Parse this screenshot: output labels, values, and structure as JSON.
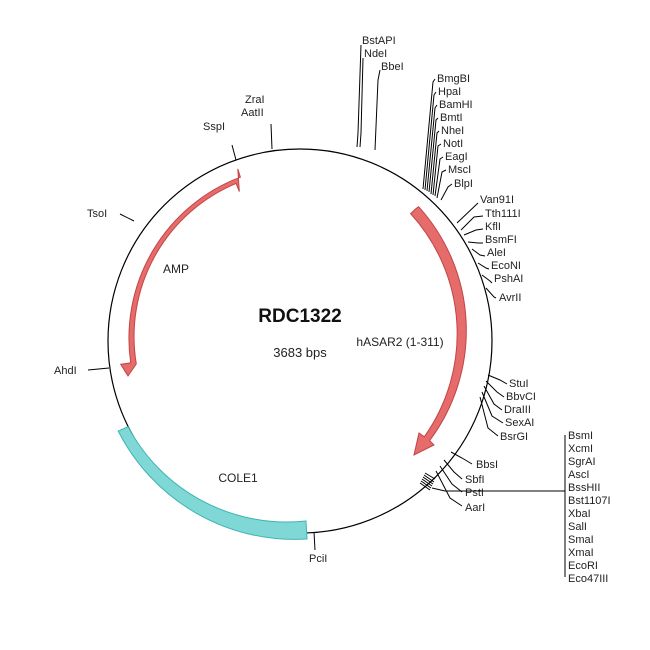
{
  "plasmid": {
    "name": "RDC1322",
    "length_label": "3683 bps"
  },
  "features": [
    {
      "id": "amp",
      "label": "AMP",
      "type": "arrow",
      "color": "#e66b6b"
    },
    {
      "id": "hasar2",
      "label": "hASAR2 (1-311)",
      "type": "arrow",
      "color": "#e66b6b"
    },
    {
      "id": "cole1",
      "label": "COLE1",
      "type": "band",
      "color": "#7fd8d6"
    }
  ],
  "sites": {
    "top": [
      "BstAPI",
      "NdeI",
      "BbeI"
    ],
    "upper_right": [
      "BmgBI",
      "HpaI",
      "BamHI",
      "BmtI",
      "NheI",
      "NotI",
      "EagI",
      "MscI",
      "BlpI"
    ],
    "right": [
      "Van91I",
      "Tth111I",
      "KflI",
      "BsmFI",
      "AleI",
      "EcoNI",
      "PshAI",
      "AvrII"
    ],
    "lower_right": [
      "StuI",
      "BbvCI",
      "DraIII",
      "SexAI",
      "BsrGI"
    ],
    "bottom_right": [
      "BbsI",
      "SbfI",
      "PstI",
      "AarI"
    ],
    "mcs": [
      "BsmI",
      "XcmI",
      "SgrAI",
      "AscI",
      "BssHII",
      "Bst1107I",
      "XbaI",
      "SalI",
      "SmaI",
      "XmaI",
      "EcoRI",
      "Eco47III"
    ],
    "singles": {
      "zrai": "ZraI",
      "aatii": "AatII",
      "sspi": "SspI",
      "tsoi": "TsoI",
      "ahdi": "AhdI",
      "pcii": "PciI"
    }
  }
}
